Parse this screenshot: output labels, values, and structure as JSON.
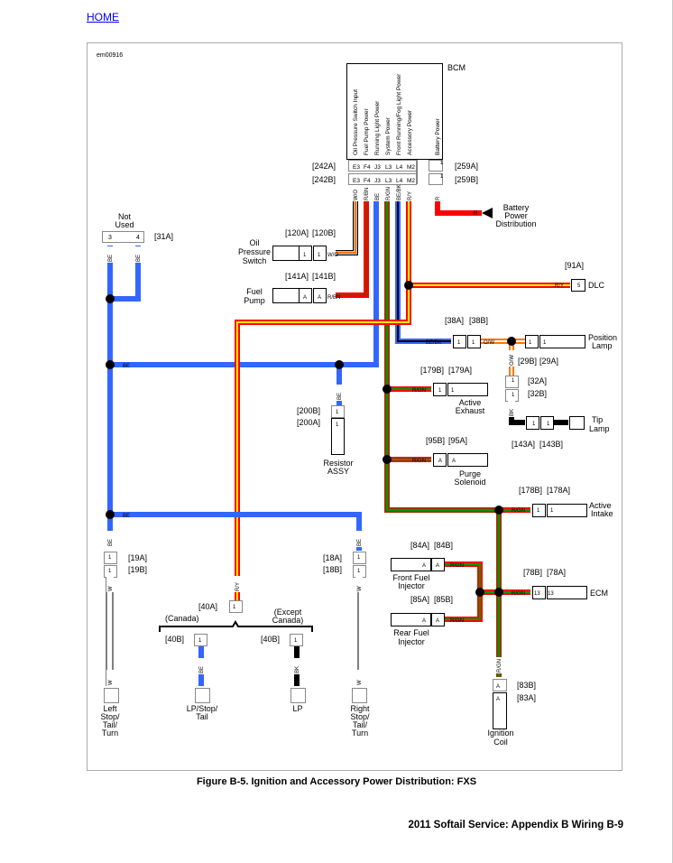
{
  "nav": {
    "home_label": "HOME"
  },
  "figure": {
    "id_label": "em00916",
    "caption": "Figure B-5. Ignition and Accessory Power Distribution: FXS",
    "footer": "2011 Softail Service:  Appendix B Wiring  B-9"
  },
  "wire_colors": {
    "BE": "#3366ff",
    "R": "#ff0000",
    "Y": "#ffff00",
    "GN": "#009900",
    "O": "#ff7700",
    "BK": "#000000",
    "W": "#ffffff",
    "BN": "#993300"
  },
  "bcm": {
    "title": "BCM",
    "functions": [
      "Oil Pressure Switch Input",
      "Fuel Pump Power",
      "Running Light Power",
      "System Power",
      "Front Running/Fog Light Power",
      "Accessory Power"
    ],
    "battery_function": "Battery Power",
    "pins": [
      "E3",
      "F4",
      "J3",
      "L3",
      "L4",
      "M2"
    ],
    "battery_pin": "1",
    "conn_a": "[242A]",
    "conn_b": "[242B]",
    "batt_conn_a": "[259A]",
    "batt_conn_b": "[259B]",
    "wires": [
      "W/O",
      "R/BN",
      "BE",
      "R/GN",
      "BE/BK",
      "R/Y"
    ],
    "batt_wire": "R"
  },
  "battery_distribution": {
    "label_lines": [
      "Battery",
      "Power",
      "Distribution"
    ],
    "wire": "R"
  },
  "not_used": {
    "label_lines": [
      "Not",
      "Used"
    ],
    "pins": [
      "3",
      "4"
    ],
    "conn": "[31A]",
    "wire": "BE"
  },
  "oil_pressure": {
    "label_lines": [
      "Oil",
      "Pressure",
      "Switch"
    ],
    "conn_a": "[120A]",
    "conn_b": "[120B]",
    "pin": "1",
    "wire": "W/O"
  },
  "fuel_pump": {
    "label_lines": [
      "Fuel",
      "Pump"
    ],
    "conn_a": "[141A]",
    "conn_b": "[141B]",
    "pin": "A",
    "wire": "R/BN"
  },
  "dlc": {
    "label": "DLC",
    "conn": "[91A]",
    "pin": "5",
    "wire": "R/Y"
  },
  "position_lamp": {
    "label_lines": [
      "Position",
      "Lamp"
    ],
    "conn_38a": "[38A]",
    "conn_38b": "[38B]",
    "conn_29b": "[29B]",
    "conn_29a": "[29A]",
    "pin": "1",
    "wire_in": "BE/BK",
    "wire_out": "O/W"
  },
  "conn_32": {
    "conn_a": "[32A]",
    "conn_b": "[32B]",
    "pin": "1",
    "wire": "BK"
  },
  "tip_lamp": {
    "label_lines": [
      "Tip",
      "Lamp"
    ],
    "conn_a": "[143A]",
    "conn_b": "[143B]",
    "pin": "1",
    "wire": "BK"
  },
  "active_exhaust": {
    "label_lines": [
      "Active",
      "Exhaust"
    ],
    "conn_b": "[179B]",
    "conn_a": "[179A]",
    "pin": "1",
    "wire": "R/GN"
  },
  "purge_solenoid": {
    "label_lines": [
      "Purge",
      "Solenoid"
    ],
    "conn_b": "[95B]",
    "conn_a": "[95A]",
    "pin": "A",
    "wire": "R/GN"
  },
  "active_intake": {
    "label_lines": [
      "Active",
      "Intake"
    ],
    "conn_b": "[178B]",
    "conn_a": "[178A]",
    "pin": "1",
    "wire": "R/GN"
  },
  "front_injector": {
    "label_lines": [
      "Front Fuel",
      "Injector"
    ],
    "conn_a": "[84A]",
    "conn_b": "[84B]",
    "pin": "A",
    "wire": "R/GN"
  },
  "rear_injector": {
    "label_lines": [
      "Rear Fuel",
      "Injector"
    ],
    "conn_a": "[85A]",
    "conn_b": "[85B]",
    "pin": "A",
    "wire": "R/GN"
  },
  "ecm": {
    "label": "ECM",
    "conn_b": "[78B]",
    "conn_a": "[78A]",
    "pin": "13",
    "wire": "R/GN"
  },
  "ignition_coil": {
    "label_lines": [
      "Ignition",
      "Coil"
    ],
    "conn_b": "[83B]",
    "conn_a": "[83A]",
    "pin": "A",
    "wire": "R/GN"
  },
  "resistor": {
    "label_lines": [
      "Resistor",
      "ASSY"
    ],
    "conn_b": "[200B]",
    "conn_a": "[200A]",
    "pin": "1",
    "wire": "BE"
  },
  "bus_labels": {
    "be": "BE"
  },
  "left_turn": {
    "label_lines": [
      "Left",
      "Stop/",
      "Tail/",
      "Turn"
    ],
    "conn_a": "[19A]",
    "conn_b": "[19B]",
    "pin": "1",
    "wire_in": "BE",
    "wire_out": "W"
  },
  "right_turn": {
    "label_lines": [
      "Right",
      "Stop/",
      "Tail/",
      "Turn"
    ],
    "conn_a": "[18A]",
    "conn_b": "[18B]",
    "pin": "1",
    "wire_in": "BE",
    "wire_out": "W"
  },
  "lp_conn": {
    "conn_a": "[40A]",
    "conn_b": "[40B]",
    "pin": "1",
    "wire": "R/Y",
    "canada": "(Canada)",
    "except_lines": [
      "(Except",
      "Canada)"
    ]
  },
  "lp_stop_tail": {
    "label_lines": [
      "LP/Stop/",
      "Tail"
    ],
    "wire": "BE"
  },
  "lp": {
    "label": "LP",
    "wire": "BK"
  }
}
